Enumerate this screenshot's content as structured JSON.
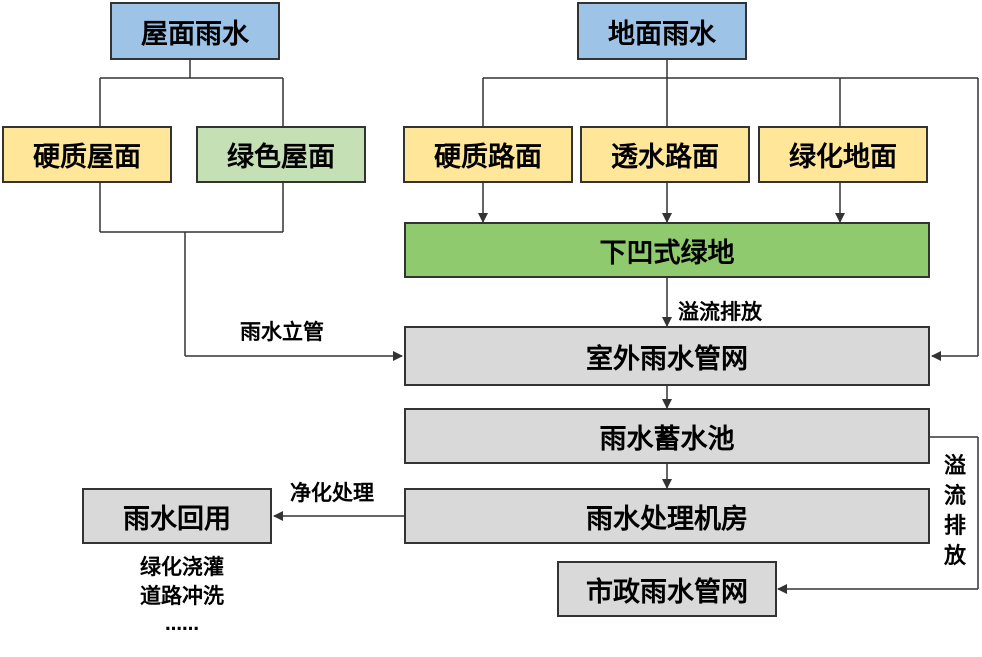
{
  "colors": {
    "blue": "#9DC3E6",
    "yellow": "#FFE699",
    "light_green": "#C5E0B4",
    "green": "#8FCB6E",
    "gray": "#D9D9D9",
    "line": "#333333"
  },
  "nodes": {
    "roof_rain": "屋面雨水",
    "ground_rain": "地面雨水",
    "hard_roof": "硬质屋面",
    "green_roof": "绿色屋面",
    "hard_road": "硬质路面",
    "permeable_road": "透水路面",
    "green_ground": "绿化地面",
    "sunken_greenland": "下凹式绿地",
    "outdoor_pipe_network": "室外雨水管网",
    "storage_tank": "雨水蓄水池",
    "treatment_room": "雨水处理机房",
    "reuse": "雨水回用",
    "municipal_network": "市政雨水管网"
  },
  "labels": {
    "downpipe": "雨水立管",
    "overflow": "溢流排放",
    "purify": "净化处理",
    "overflow_vertical": [
      "溢",
      "流",
      "排",
      "放"
    ]
  },
  "reuse_list": [
    "绿化浇灌",
    "道路冲洗",
    "……"
  ]
}
